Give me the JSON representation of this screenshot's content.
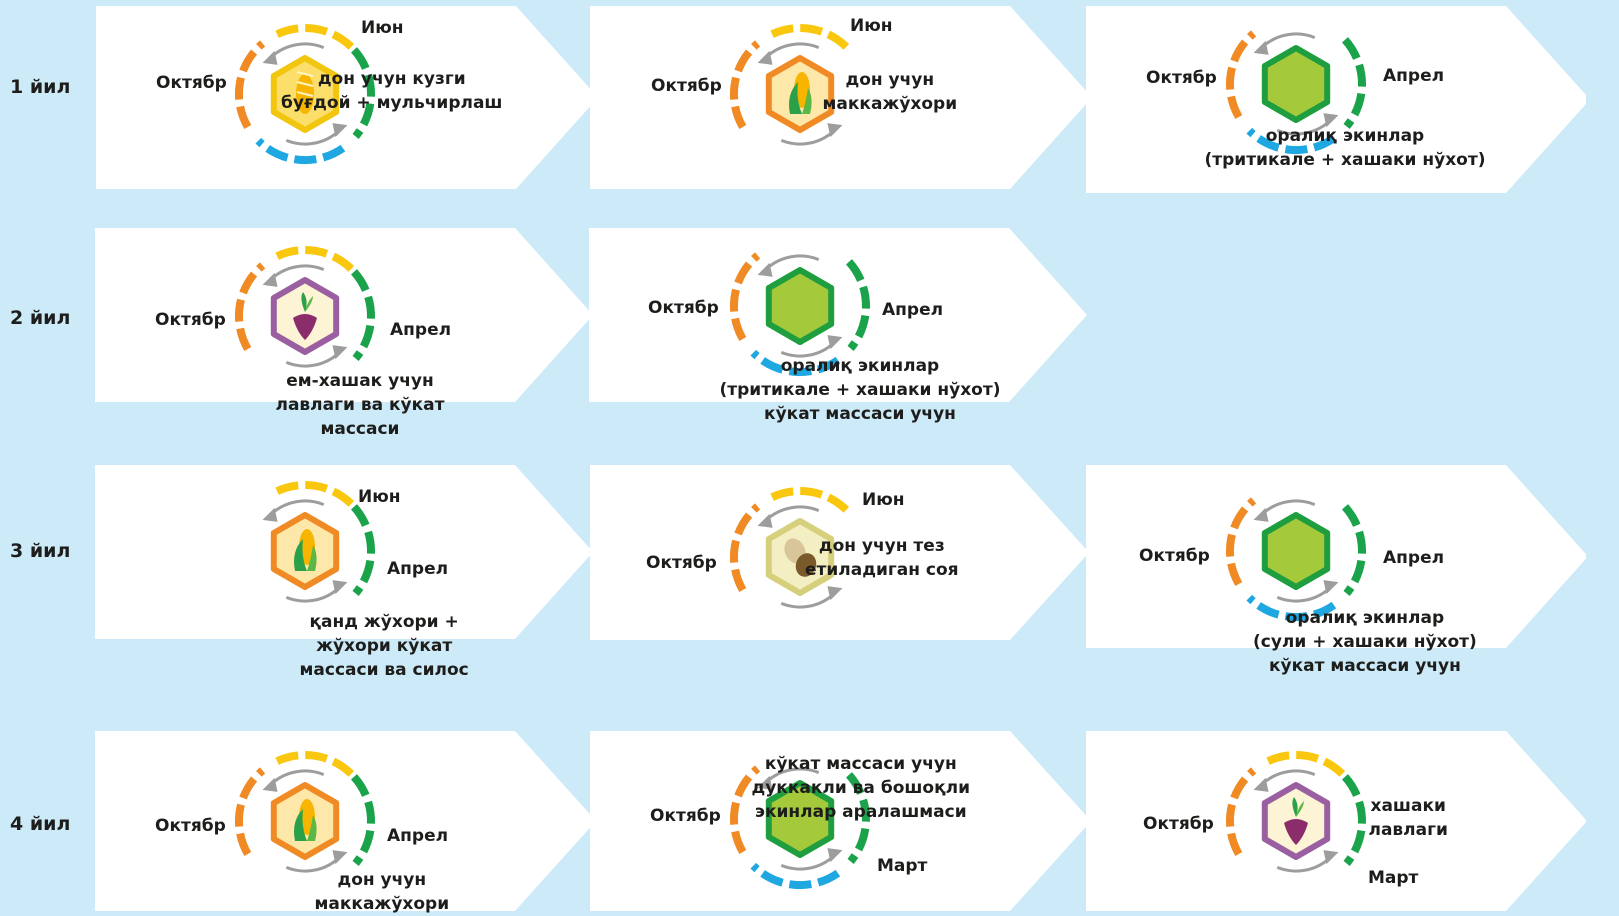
{
  "colors": {
    "background": "#cdeaf8",
    "card": "#ffffff",
    "autumn": "#f08a24",
    "summer": "#f9c80e",
    "spring": "#1aa34a",
    "winter": "#1ea7e1",
    "arrow": "#9d9d9c",
    "cover_fill": "#a4c93a",
    "cover_border": "#1e9e3e",
    "wheat_fill": "#fbdf6a",
    "wheat_border": "#f2c50f",
    "corn_fill": "#fde8a9",
    "corn_border": "#f08a24",
    "beet_fill": "#fcf4d4",
    "beet_border": "#9a5fa0",
    "soy_fill": "#f4eec3",
    "soy_border": "#d6cf7c"
  },
  "rows": [
    {
      "label": "1 йил"
    },
    {
      "label": "2 йил"
    },
    {
      "label": "3 йил"
    },
    {
      "label": "4 йил"
    }
  ],
  "cards": [
    {
      "crop": "wheat",
      "icon": "wheat-icon",
      "rings": [
        "autumn",
        "winter",
        "spring",
        "summer"
      ],
      "labels": {
        "left": "Октябр",
        "top": "Июн"
      },
      "desc": [
        "дон учун кузги",
        "буғдой + мульчирлаш"
      ]
    },
    {
      "crop": "corn",
      "icon": "corn-icon",
      "rings": [
        "autumn",
        "summer"
      ],
      "labels": {
        "left": "Октябр",
        "top": "Июн"
      },
      "desc": [
        "дон учун",
        "маккажўхори"
      ]
    },
    {
      "crop": "cover",
      "icon": "cover-crop-icon",
      "rings": [
        "autumn",
        "winter",
        "spring"
      ],
      "labels": {
        "left": "Октябр",
        "right": "Апрел"
      },
      "desc": [
        "оралиқ экинлар",
        "(тритикале + хашаки нўхот)"
      ]
    },
    {
      "crop": "beet",
      "icon": "beet-icon",
      "rings": [
        "autumn",
        "summer",
        "spring"
      ],
      "labels": {
        "left": "Октябр",
        "right": "Апрел"
      },
      "desc": [
        "ем-хашак учун",
        "лавлаги ва кўкат",
        "массаси"
      ]
    },
    {
      "crop": "cover",
      "icon": "cover-crop-icon",
      "rings": [
        "autumn",
        "winter",
        "spring"
      ],
      "labels": {
        "left": "Октябр",
        "right": "Апрел"
      },
      "desc": [
        "оралиқ экинлар",
        "(тритикале + хашаки нўхот)",
        "кўкат массаси учун"
      ]
    },
    {
      "crop": "corn",
      "icon": "corn-icon",
      "rings": [
        "summer",
        "spring"
      ],
      "labels": {
        "top": "Июн",
        "right": "Апрел"
      },
      "desc": [
        "қанд жўхори +",
        "жўхори кўкат",
        "массаси ва силос"
      ]
    },
    {
      "crop": "soy",
      "icon": "soybean-icon",
      "rings": [
        "autumn",
        "summer"
      ],
      "labels": {
        "left": "Октябр",
        "top": "Июн"
      },
      "desc": [
        "дон учун тез",
        "етиладиган соя"
      ]
    },
    {
      "crop": "cover",
      "icon": "cover-crop-icon",
      "rings": [
        "autumn",
        "winter",
        "spring"
      ],
      "labels": {
        "left": "Октябр",
        "right": "Апрел"
      },
      "desc": [
        "оралиқ экинлар",
        "(сули + хашаки нўхот)",
        "кўкат массаси учун"
      ]
    },
    {
      "crop": "corn",
      "icon": "corn-icon",
      "rings": [
        "autumn",
        "summer",
        "spring"
      ],
      "labels": {
        "left": "Октябр",
        "right": "Апрел"
      },
      "desc": [
        "дон учун",
        "маккажўхори"
      ]
    },
    {
      "crop": "cover",
      "icon": "cover-crop-icon",
      "rings": [
        "autumn",
        "winter",
        "spring"
      ],
      "labels": {
        "left": "Октябр",
        "right": "Март"
      },
      "desc": [
        "кўкат массаси учун",
        "дуккакли ва бошоқли",
        "экинлар аралашмаси"
      ]
    },
    {
      "crop": "beet",
      "icon": "beet-icon",
      "rings": [
        "autumn",
        "summer",
        "spring"
      ],
      "labels": {
        "left": "Октябр",
        "right": "Март"
      },
      "desc": [
        "хашаки",
        "лавлаги"
      ]
    }
  ]
}
